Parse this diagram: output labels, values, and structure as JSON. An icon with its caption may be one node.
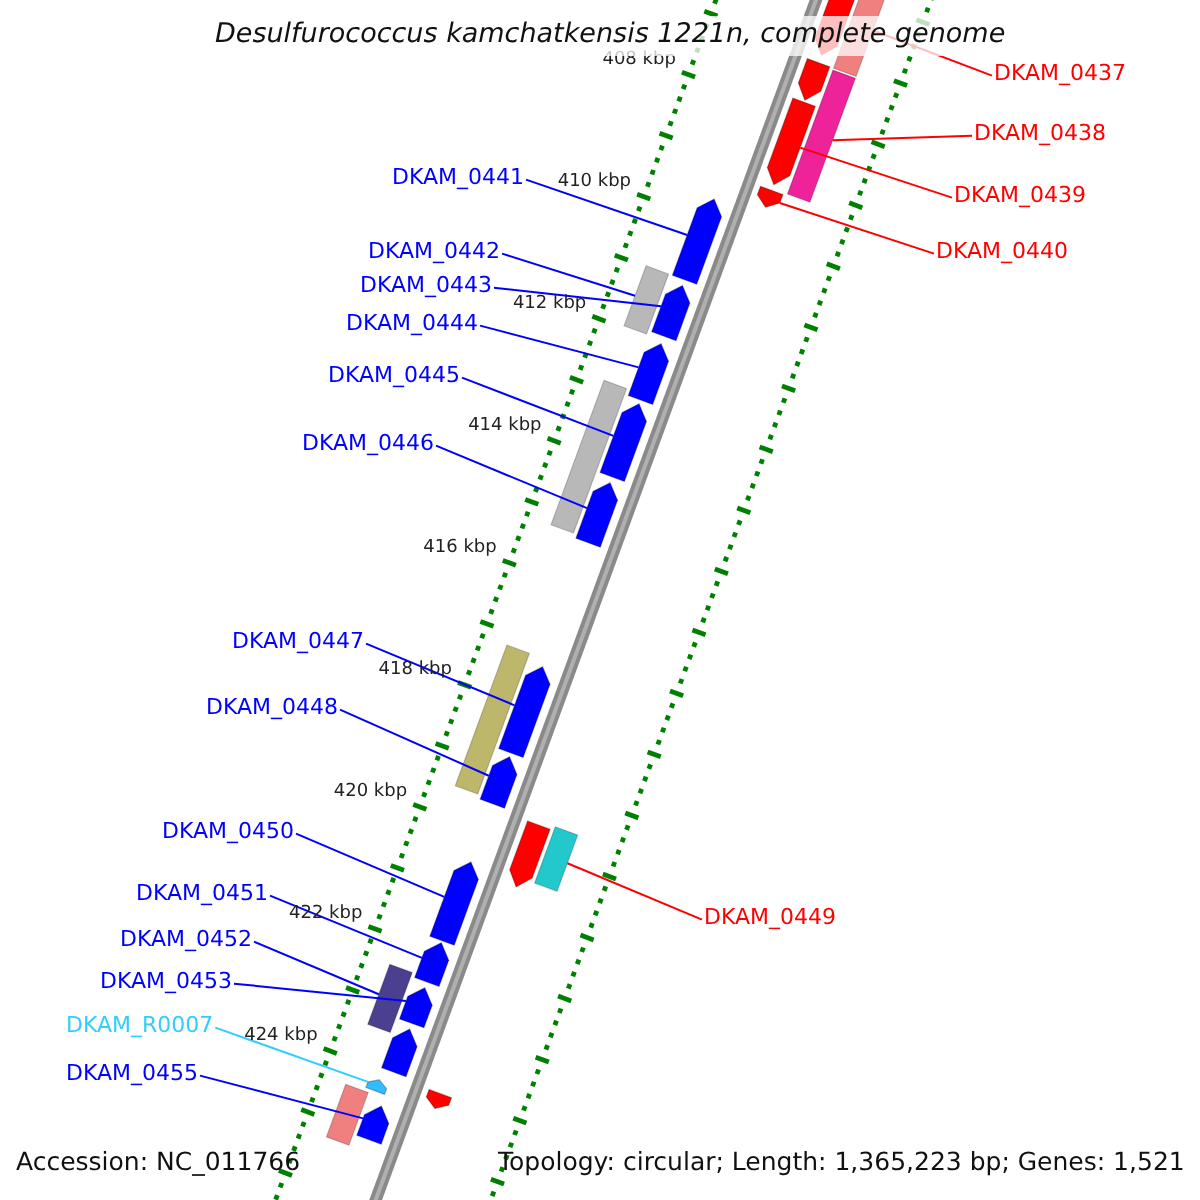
{
  "diagram": {
    "title": "Desulfurococcus kamchatkensis 1221n, complete genome",
    "nodes": [
      {
        "text": [
          "DKAM_0437"
        ]
      },
      {
        "text": [
          "DKAM_0438"
        ]
      },
      {
        "text": [
          "DKAM_0439"
        ]
      },
      {
        "text": [
          "DKAM_0440"
        ]
      },
      {
        "text": [
          "DKAM_0441"
        ]
      },
      {
        "text": [
          "DKAM_0442"
        ]
      },
      {
        "text": [
          "DKAM_0443"
        ]
      },
      {
        "text": [
          "DKAM_0444"
        ]
      },
      {
        "text": [
          "DKAM_0445"
        ]
      },
      {
        "text": [
          "DKAM_0446"
        ]
      },
      {
        "text": [
          "DKAM_0447"
        ]
      },
      {
        "text": [
          "DKAM_0448"
        ]
      },
      {
        "text": [
          "DKAM_0450"
        ]
      },
      {
        "text": [
          "DKAM_0451"
        ]
      },
      {
        "text": [
          "DKAM_0449"
        ]
      },
      {
        "text": [
          "DKAM_0452"
        ]
      },
      {
        "text": [
          "DKAM_0453"
        ]
      },
      {
        "text": [
          "DKAM_R0007"
        ]
      },
      {
        "text": [
          "DKAM_0455"
        ]
      },
      {
        "text": [],
        "shape": "bar"
      },
      {
        "text": [],
        "shape": "arrow"
      },
      {
        "text": [],
        "shape": "arrow"
      },
      {
        "text": [],
        "shape": "bar"
      },
      {
        "text": [],
        "shape": "arrow"
      },
      {
        "text": [],
        "shape": "arrow"
      },
      {
        "text": [],
        "shape": "arrow"
      },
      {
        "text": [],
        "shape": "bar"
      },
      {
        "text": [],
        "shape": "arrow"
      },
      {
        "text": [],
        "shape": "arrow"
      },
      {
        "text": [],
        "shape": "bar"
      },
      {
        "text": [],
        "shape": "arrow"
      },
      {
        "text": [],
        "shape": "arrow"
      },
      {
        "text": [],
        "shape": "bar"
      },
      {
        "text": [],
        "shape": "arrow"
      },
      {
        "text": [],
        "shape": "arrow"
      },
      {
        "text": [],
        "shape": "bar"
      },
      {
        "text": [],
        "shape": "arrow"
      },
      {
        "text": [],
        "shape": "arrow"
      },
      {
        "text": [],
        "shape": "arrow"
      },
      {
        "text": [],
        "shape": "bar"
      },
      {
        "text": [],
        "shape": "arrow"
      },
      {
        "text": [],
        "shape": "arrow"
      },
      {
        "text": [],
        "shape": "arrow"
      },
      {
        "text": [],
        "shape": "bar"
      },
      {
        "text": [],
        "shape": "arrow"
      },
      {
        "text": [],
        "shape": "arrow"
      }
    ],
    "edges": [
      {
        "from": 0,
        "to": 19,
        "arrow": "none",
        "color": "#ff0000"
      },
      {
        "from": 1,
        "to": 22,
        "arrow": "none",
        "color": "#ff0000"
      },
      {
        "from": 2,
        "to": 23,
        "arrow": "none",
        "color": "#ff0000"
      },
      {
        "from": 3,
        "to": 24,
        "arrow": "none",
        "color": "#ff0000"
      },
      {
        "from": 4,
        "to": 25,
        "arrow": "none"
      },
      {
        "from": 5,
        "to": 26,
        "arrow": "none"
      },
      {
        "from": 6,
        "to": 27,
        "arrow": "none"
      },
      {
        "from": 7,
        "to": 28,
        "arrow": "none"
      },
      {
        "from": 8,
        "to": 30,
        "arrow": "none"
      },
      {
        "from": 9,
        "to": 31,
        "arrow": "none"
      },
      {
        "from": 10,
        "to": 33,
        "arrow": "none"
      },
      {
        "from": 11,
        "to": 34,
        "arrow": "none"
      },
      {
        "from": 12,
        "to": 37,
        "arrow": "none"
      },
      {
        "from": 13,
        "to": 38,
        "arrow": "none"
      },
      {
        "from": 14,
        "to": 35,
        "arrow": "none",
        "color": "#ff0000"
      },
      {
        "from": 15,
        "to": 39,
        "arrow": "none"
      },
      {
        "from": 16,
        "to": 40,
        "arrow": "none"
      },
      {
        "from": 17,
        "to": 44,
        "arrow": "none",
        "color": "#33ccff"
      },
      {
        "from": 18,
        "to": 45,
        "arrow": "none"
      }
    ],
    "labels": [
      "408 kbp",
      "410 kbp",
      "412 kbp",
      "414 kbp",
      "416 kbp",
      "418 kbp",
      "420 kbp",
      "422 kbp",
      "424 kbp",
      "Accession: NC_011766",
      "Topology: circular; Length: 1,365,223 bp; Genes: 1,521"
    ]
  }
}
